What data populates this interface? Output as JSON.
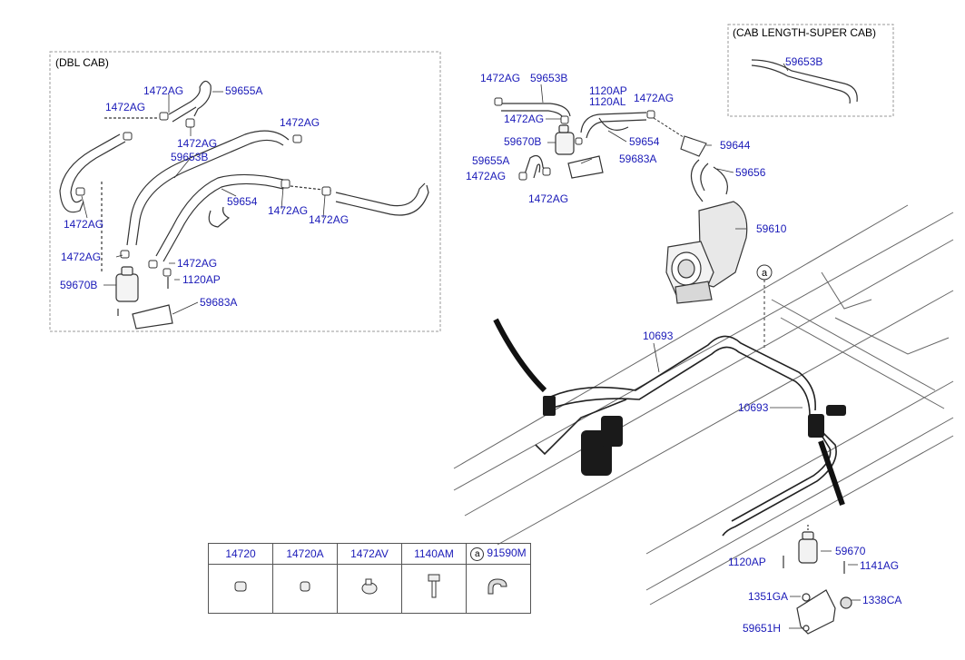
{
  "groups": {
    "dbl_cab": "(DBL CAB)",
    "super_cab": "(CAB LENGTH-SUPER CAB)"
  },
  "labels": {
    "l_1472ag_a": "1472AG",
    "l_59655a_a": "59655A",
    "l_1472ag_b": "1472AG",
    "l_1472ag_c": "1472AG",
    "l_1472ag_d": "1472AG",
    "l_59653b_a": "59653B",
    "l_1472ag_e": "1472AG",
    "l_59654_a": "59654",
    "l_1472ag_f": "1472AG",
    "l_1472ag_g": "1472AG",
    "l_1472ag_h": "1472AG",
    "l_1472ag_i": "1472AG",
    "l_1120ap_a": "1120AP",
    "l_59670b_a": "59670B",
    "l_59683a_a": "59683A",
    "l_1472ag_j": "1472AG",
    "l_59653b_b": "59653B",
    "l_1120ap_b": "1120AP",
    "l_1120al": "1120AL",
    "l_1472ag_k": "1472AG",
    "l_1472ag_l": "1472AG",
    "l_59670b_b": "59670B",
    "l_59654_b": "59654",
    "l_59644": "59644",
    "l_59655a_b": "59655A",
    "l_59683a_b": "59683A",
    "l_1472ag_m": "1472AG",
    "l_1472ag_n": "1472AG",
    "l_59656": "59656",
    "l_59610": "59610",
    "l_59653b_c": "59653B",
    "l_10693_a": "10693",
    "l_10693_b": "10693",
    "l_59670": "59670",
    "l_1120ap_c": "1120AP",
    "l_1141ag": "1141AG",
    "l_1351ga": "1351GA",
    "l_1338ca": "1338CA",
    "l_59651h": "59651H"
  },
  "callout": "a",
  "legend": {
    "headers": [
      "14720",
      "14720A",
      "1472AV",
      "1140AM",
      "91590M"
    ],
    "icons": [
      "hose-clamp-icon",
      "hose-clamp-icon",
      "spring-clamp-icon",
      "bolt-icon",
      "clip-icon"
    ]
  },
  "colors": {
    "label": "#1a1ab8",
    "line": "#333333",
    "frame": "#9a9a9a"
  }
}
